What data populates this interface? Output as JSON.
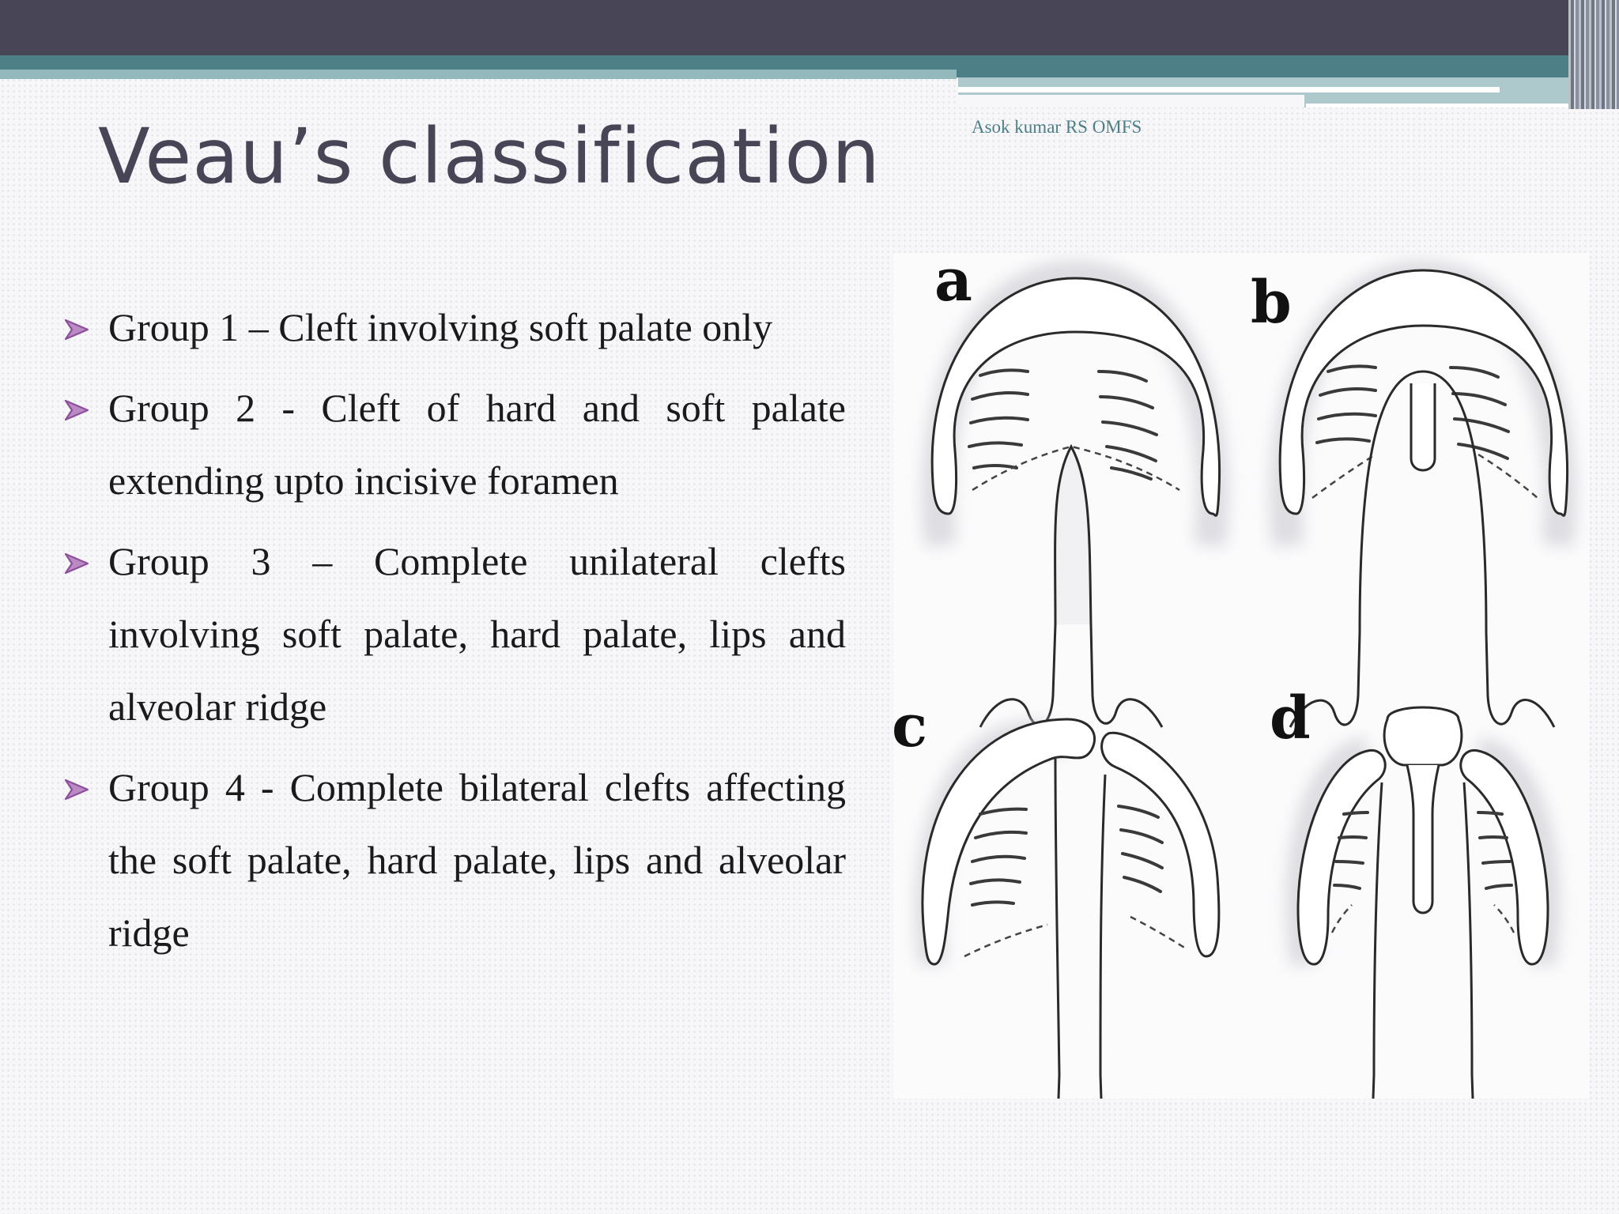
{
  "slide": {
    "title": "Veau’s classification",
    "author": "Asok kumar RS OMFS",
    "accent_colors": {
      "header_dark": "#474556",
      "header_teal": "#4c7f86",
      "bullet_arrow": "#8e4f9c"
    }
  },
  "bullets": [
    {
      "icon": "arrow-bullet-icon",
      "text": "Group 1 – Cleft involving soft palate only"
    },
    {
      "icon": "arrow-bullet-icon",
      "text": "Group 2 - Cleft of hard and soft palate extending upto incisive foramen"
    },
    {
      "icon": "arrow-bullet-icon",
      "text": "Group 3 – Complete unilateral clefts involving soft palate, hard palate, lips and alveolar ridge"
    },
    {
      "icon": "arrow-bullet-icon",
      "text": "Group 4 - Complete bilateral clefts affecting the soft palate, hard palate, lips and alveolar ridge"
    }
  ],
  "figure": {
    "panels": [
      {
        "letter": "a"
      },
      {
        "letter": "b"
      },
      {
        "letter": "c"
      },
      {
        "letter": "d"
      }
    ]
  }
}
